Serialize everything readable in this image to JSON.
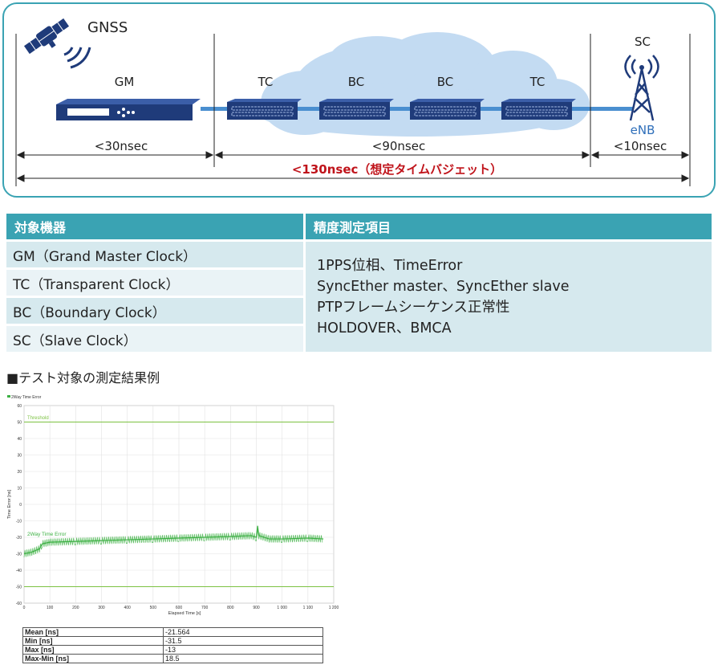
{
  "diagram": {
    "gnss_label": "GNSS",
    "nodes": [
      {
        "id": "gm",
        "label": "GM"
      },
      {
        "id": "tc1",
        "label": "TC"
      },
      {
        "id": "bc1",
        "label": "BC"
      },
      {
        "id": "bc2",
        "label": "BC"
      },
      {
        "id": "tc2",
        "label": "TC"
      },
      {
        "id": "sc",
        "label": "SC"
      }
    ],
    "enb_label": "eNB",
    "segments": [
      {
        "label": "<30nsec"
      },
      {
        "label": "<90nsec"
      },
      {
        "label": "<10nsec"
      }
    ],
    "total_budget": "<130nsec（想定タイムバジェット）",
    "colors": {
      "frame": "#3aa3b3",
      "cloud": "#c3dbf2",
      "device": "#1f3b7a",
      "link": "#4a8fd0",
      "budget": "#c0141b"
    }
  },
  "table": {
    "header_device": "対象機器",
    "header_items": "精度測定項目",
    "devices": [
      "GM（Grand Master Clock）",
      "TC（Transparent Clock）",
      "BC（Boundary Clock）",
      "SC（Slave Clock）"
    ],
    "items": [
      "1PPS位相、TimeError",
      "SyncEther master、SyncEther slave",
      "PTPフレームシーケンス正常性",
      "HOLDOVER、BMCA"
    ]
  },
  "section_heading": "■テスト対象の測定結果例",
  "chart_data": {
    "type": "line",
    "legend": "2Way Time Error",
    "xlabel": "Elapsed Time [s]",
    "ylabel": "Time Error [ns]",
    "xlim": [
      0,
      1200
    ],
    "ylim": [
      -60,
      60
    ],
    "xticks": [
      "0",
      "100",
      "200",
      "300",
      "400",
      "500",
      "600",
      "700",
      "800",
      "900",
      "1 000",
      "1 100",
      "1 200"
    ],
    "yticks": [
      "60",
      "50",
      "40",
      "30",
      "20",
      "10",
      "0",
      "-10",
      "-20",
      "-30",
      "-40",
      "-50",
      "-60"
    ],
    "threshold_label": "Threshold",
    "threshold": [
      50,
      -50
    ],
    "series": [
      {
        "name": "2Way Time Error",
        "x": [
          0,
          30,
          60,
          70,
          100,
          200,
          300,
          400,
          500,
          600,
          700,
          800,
          880,
          900,
          905,
          910,
          950,
          1000,
          1100,
          1160
        ],
        "y": [
          -30,
          -29,
          -27,
          -24,
          -23,
          -22.5,
          -22,
          -21.5,
          -21,
          -20.5,
          -20,
          -19.5,
          -19,
          -20,
          -13,
          -19,
          -21,
          -21,
          -20.5,
          -21
        ]
      }
    ],
    "line_color": "#3cb043",
    "threshold_color": "#7cc242"
  },
  "stats": [
    {
      "label": "Mean [ns]",
      "value": "-21.564"
    },
    {
      "label": "Min [ns]",
      "value": "-31.5"
    },
    {
      "label": "Max [ns]",
      "value": "-13"
    },
    {
      "label": "Max-Min [ns]",
      "value": "18.5"
    }
  ]
}
